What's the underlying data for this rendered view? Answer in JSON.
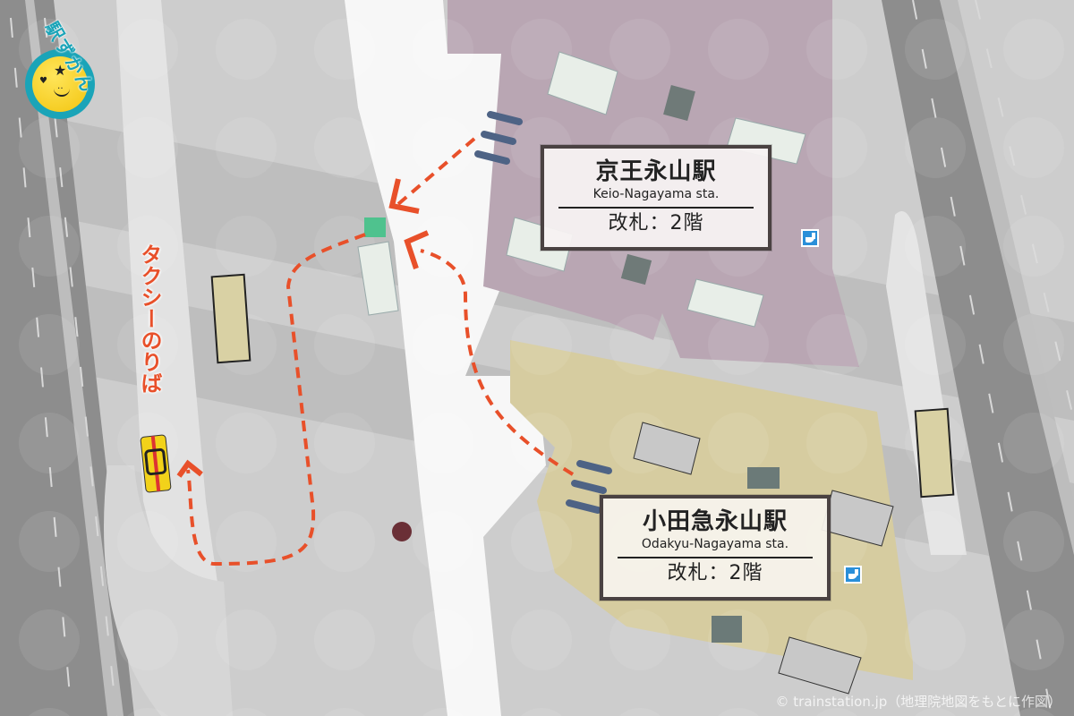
{
  "brand": {
    "name": "駅ずかん",
    "mascot_icon": "smiley-star-face-icon",
    "accent_color": "#1aa4b8"
  },
  "stations": [
    {
      "name_jp": "京王永山駅",
      "name_en": "Keio-Nagayama sta.",
      "gate_info": "改札：2階",
      "area_color": "#b9a6b3"
    },
    {
      "name_jp": "小田急永山駅",
      "name_en": "Odakyu-Nagayama sta.",
      "gate_info": "改札：2階",
      "area_color": "#d6cca0"
    }
  ],
  "taxi": {
    "label": "タクシーのりば",
    "route_color": "#e8502a"
  },
  "icons": {
    "toilet": "toilet-icon",
    "escalator": "escalator-icon",
    "elevator": "elevator-icon",
    "bus": "bus-icon",
    "taxi_car": "taxi-icon",
    "gate": "ticket-gate-icon"
  },
  "footer": {
    "copyright": "© trainstation.jp（地理院地図をもとに作図）"
  }
}
